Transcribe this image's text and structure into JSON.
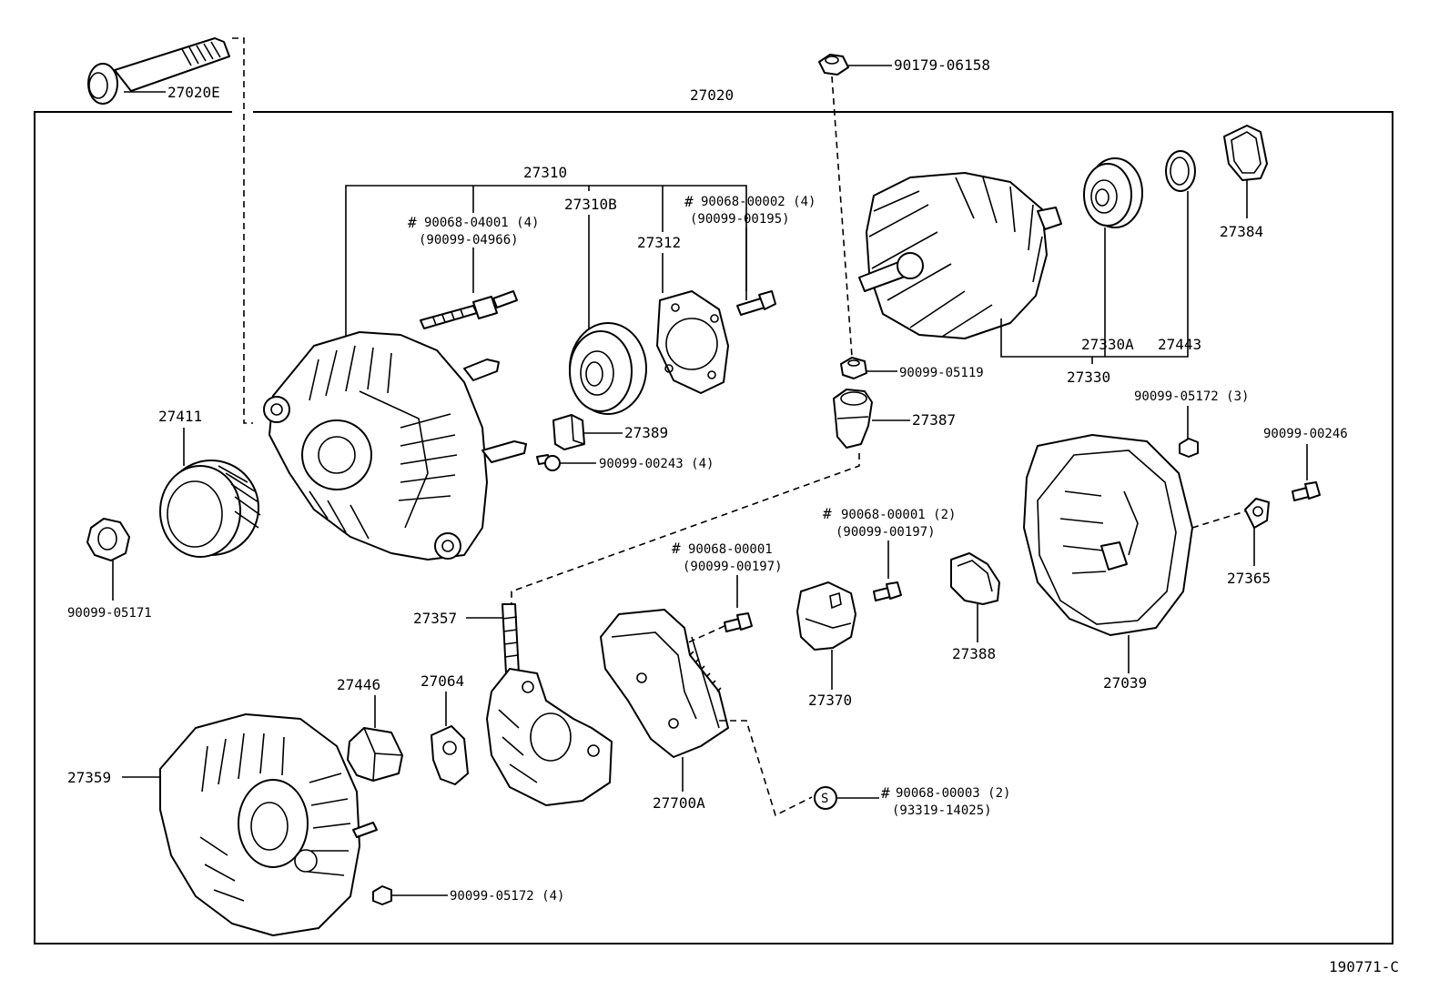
{
  "diagram_code": "190771-C",
  "labels": {
    "assembly": "27020",
    "bolt_27020e": "27020E",
    "nut_90179": "90179-06158",
    "frame_27310": "27310",
    "bolt_90068_04001": "90068-04001 (4)",
    "bolt_90099_04966": "(90099-04966)",
    "bearing_27310b": "27310B",
    "plate_27312": "27312",
    "screw_90068_00002": "90068-00002 (4)",
    "screw_90099_00195": "(90099-00195)",
    "retainer_27384": "27384",
    "bearing_27330a": "27330A",
    "ring_27443": "27443",
    "rotor_27330": "27330",
    "nut_90099_05119": "90099-05119",
    "pulley_27411": "27411",
    "insulator_27389": "27389",
    "screw_90099_00243": "90099-00243 (4)",
    "cap_27387": "27387",
    "nut_90099_05172_3": "90099-05172 (3)",
    "bolt_90099_00246": "90099-00246",
    "nut_90099_05171": "90099-05171",
    "screw_90068_00001_2": "90068-00001 (2)",
    "screw_90099_00197_a": "(90099-00197)",
    "screw_90068_00001": "90068-00001",
    "screw_90099_00197_b": "(90099-00197)",
    "holder_27365": "27365",
    "brush_27357": "27357",
    "cover_27388": "27388",
    "cover_27039": "27039",
    "insulator_27446": "27446",
    "washer_27064": "27064",
    "holder_27370": "27370",
    "frame_27359": "27359",
    "regulator_27700a": "27700A",
    "screw_90068_00003": "90068-00003 (2)",
    "screw_93319_14025": "(93319-14025)",
    "nut_90099_05172_4": "90099-05172 (4)",
    "hash_mark": "#",
    "s_symbol": "S"
  }
}
